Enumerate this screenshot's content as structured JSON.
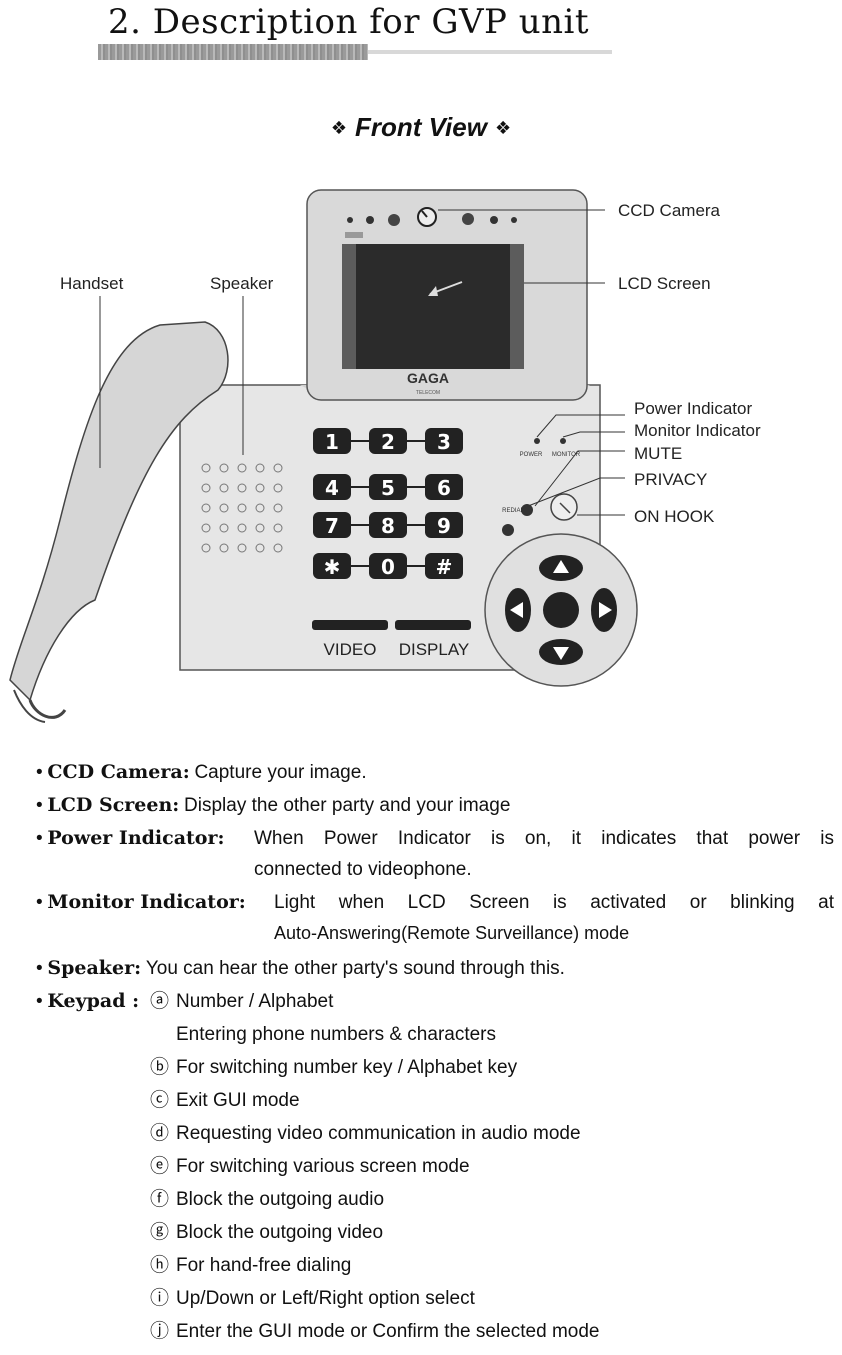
{
  "page": {
    "title": "2. Description for GVP unit",
    "subtitle": "Front View",
    "subtitle_deco": "❖"
  },
  "figure": {
    "brand": "GAGA",
    "brand_sub": "TELECOM",
    "keys": [
      "1",
      "2",
      "3",
      "4",
      "5",
      "6",
      "7",
      "8",
      "9",
      "✱",
      "0",
      "#"
    ],
    "button_labels": {
      "video": "VIDEO",
      "display": "DISPLAY",
      "redial": "REDIAL",
      "power": "POWER",
      "monitor": "MONITOR"
    },
    "callouts": {
      "handset": "Handset",
      "speaker": "Speaker",
      "ccd_camera": "CCD Camera",
      "lcd_screen": "LCD Screen",
      "power_indicator": "Power Indicator",
      "monitor_indicator": "Monitor Indicator",
      "mute": "MUTE",
      "privacy": "PRIVACY",
      "on_hook": "ON HOOK"
    }
  },
  "descriptions": {
    "ccd": {
      "term": "CCD Camera:",
      "text": "Capture your image."
    },
    "lcd": {
      "term": "LCD Screen:",
      "text": "Display the other party and your image"
    },
    "power": {
      "term": "Power Indicator:",
      "text1": "When Power Indicator is on, it indicates that power is",
      "text2": "connected to videophone."
    },
    "monitor": {
      "term": "Monitor Indicator:",
      "text1": "Light when LCD Screen is activated or blinking at",
      "text2": "Auto-Answering(Remote Surveillance) mode"
    },
    "speaker": {
      "term": "Speaker:",
      "text": "You can hear the other party's sound through this."
    },
    "keypad": {
      "term": "Keypad :",
      "items": [
        {
          "mark": "ⓐ",
          "text": "Number / Alphabet"
        },
        {
          "mark": "",
          "text": "Entering phone numbers & characters"
        },
        {
          "mark": "ⓑ",
          "text": "For switching number key / Alphabet key"
        },
        {
          "mark": "ⓒ",
          "text": "Exit GUI mode"
        },
        {
          "mark": "ⓓ",
          "text": "Requesting video communication in audio mode"
        },
        {
          "mark": "ⓔ",
          "text": "For switching various screen mode"
        },
        {
          "mark": "ⓕ",
          "text": "Block the outgoing audio"
        },
        {
          "mark": "ⓖ",
          "text": "Block the outgoing video"
        },
        {
          "mark": "ⓗ",
          "text": "For hand-free dialing"
        },
        {
          "mark": "ⓘ",
          "text": "Up/Down or Left/Right option select"
        },
        {
          "mark": "ⓙ",
          "text": "Enter the GUI mode or Confirm the selected mode"
        }
      ]
    }
  }
}
